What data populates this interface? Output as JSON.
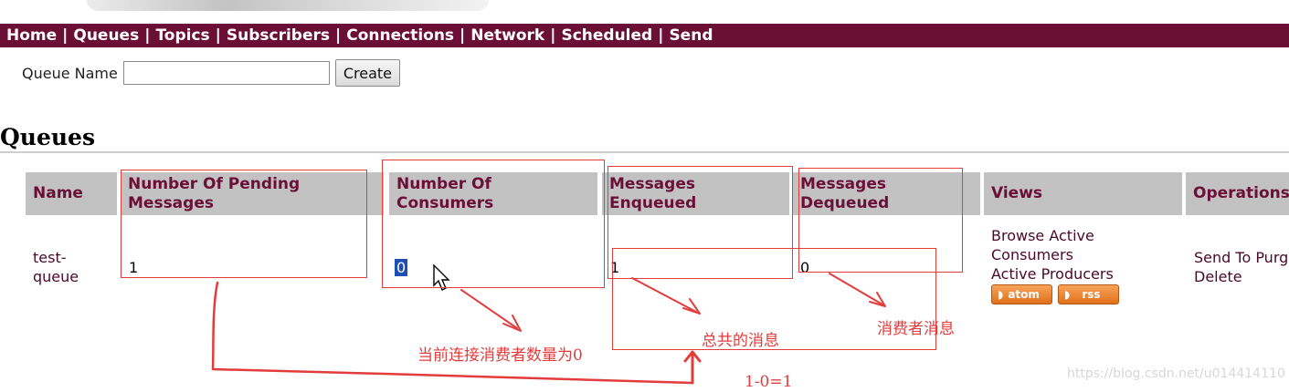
{
  "nav": {
    "items": [
      "Home",
      "Queues",
      "Topics",
      "Subscribers",
      "Connections",
      "Network",
      "Scheduled",
      "Send"
    ],
    "separator": "|"
  },
  "form": {
    "label": "Queue Name",
    "input_value": "",
    "button": "Create"
  },
  "section": {
    "title": "Queues"
  },
  "table": {
    "headers": {
      "name": "Name",
      "pending": "Number Of Pending Messages",
      "consumers": "Number Of Consumers",
      "enqueued": "Messages Enqueued",
      "dequeued": "Messages Dequeued",
      "views": "Views",
      "operations": "Operations"
    },
    "row": {
      "name": "test-queue",
      "pending": "1",
      "consumers": "0",
      "enqueued": "1",
      "dequeued": "0",
      "views": {
        "browse": "Browse Active Consumers",
        "producers": "Active Producers",
        "atom": "atom",
        "rss": "rss"
      },
      "operations": {
        "send": "Send To Purg",
        "delete": "Delete"
      }
    }
  },
  "annotations": {
    "consumers_note": "当前连接消费者数量为0",
    "total_note": "总共的消息",
    "dequeued_note": "消费者消息",
    "formula": "1-0=1",
    "color": "#e23c3c"
  },
  "watermark": "https://blog.csdn.net/u014414110",
  "colors": {
    "nav_background": "#6b0f36",
    "header_background": "#c2c2c2",
    "header_text": "#6b0f36",
    "feed_orange": "#e0701a"
  }
}
